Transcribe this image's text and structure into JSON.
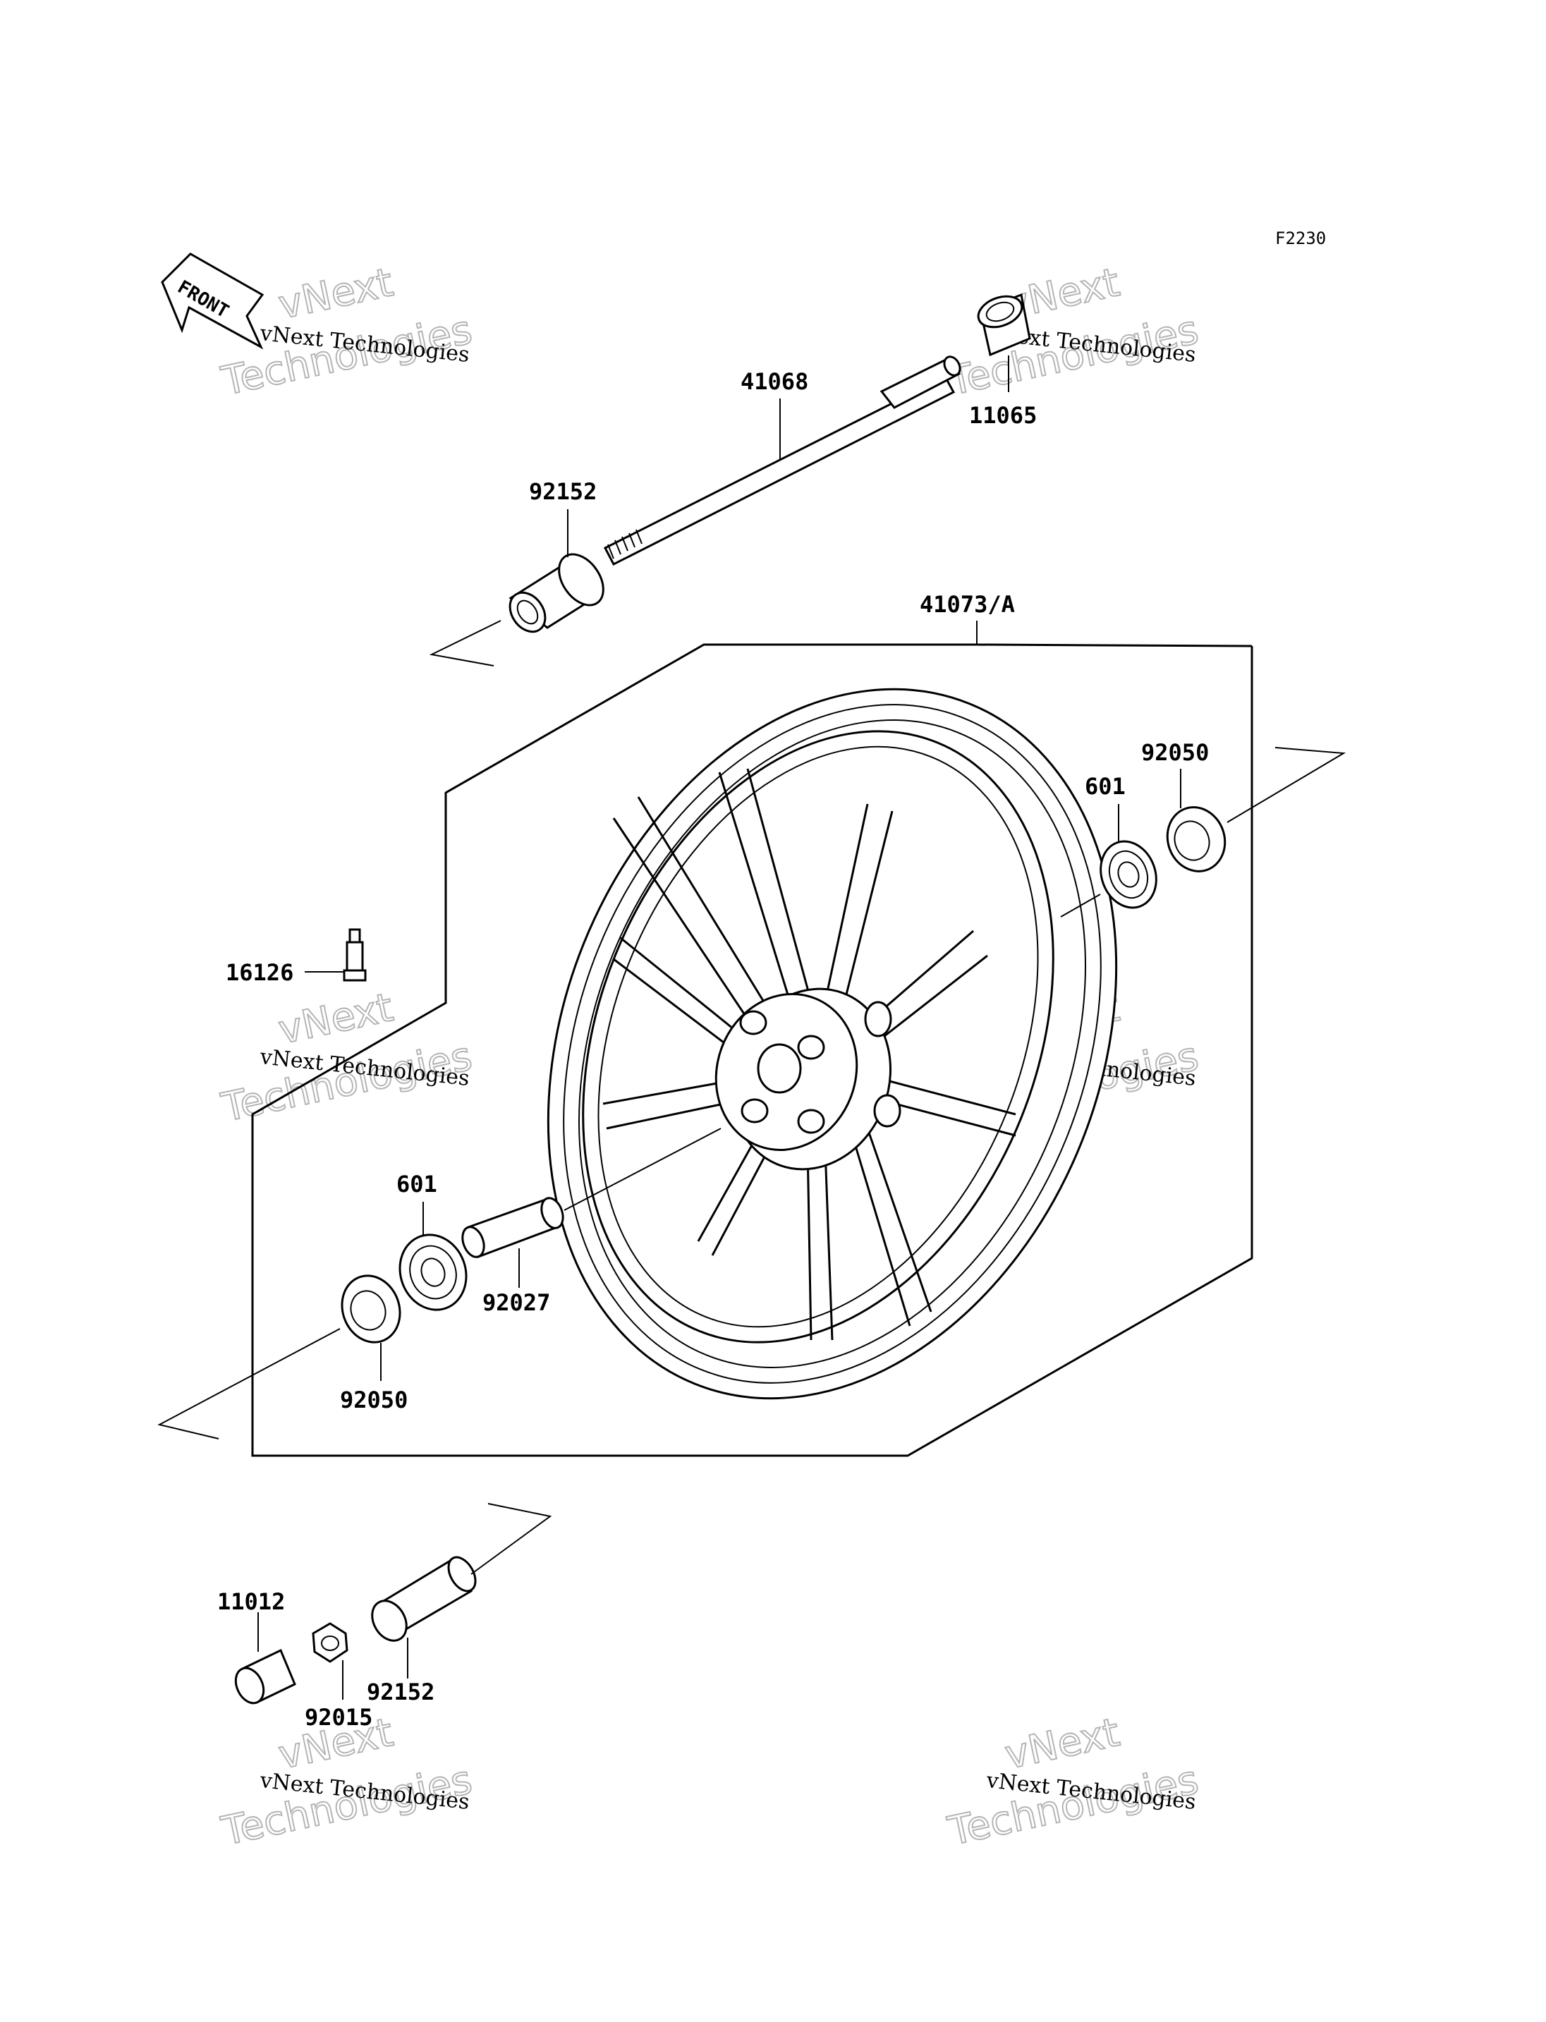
{
  "diagram_code": "F2230",
  "front_label": "FRONT",
  "watermark": {
    "line_small": "vNext Technologies",
    "line_big_1": "vNext",
    "line_big_2": "Technologies"
  },
  "parts": {
    "p41068": "41068",
    "p11065": "11065",
    "p92152_top": "92152",
    "p41073A": "41073/A",
    "p92050_right": "92050",
    "p601_right": "601",
    "p16126": "16126",
    "p601_left": "601",
    "p92027": "92027",
    "p92050_left": "92050",
    "p11012": "11012",
    "p92015": "92015",
    "p92152_bottom": "92152"
  }
}
